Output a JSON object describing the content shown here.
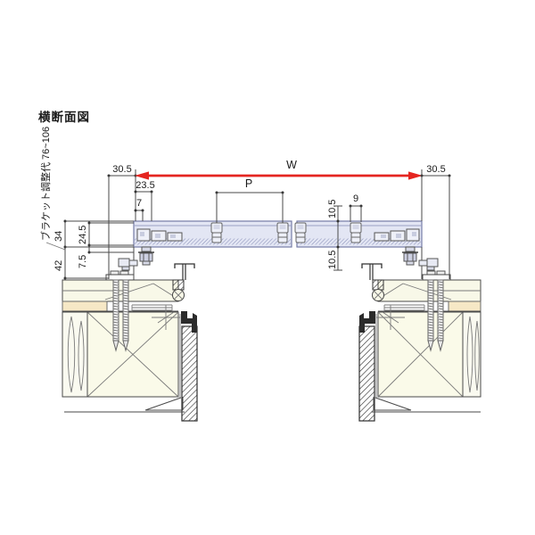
{
  "title": "横断面図",
  "side_label": "ブラケット調整代 76~106",
  "dimensions": {
    "left_offset": "30.5",
    "width": "W",
    "right_offset": "30.5",
    "bracket_inset": "23.5",
    "end_gap": "7",
    "pitch": "P",
    "clip_width": "9",
    "upper_clearance": "10.5",
    "lower_clearance": "10.5",
    "rail_height": "34",
    "body_height": "24.5",
    "flange_height": "7.5",
    "total_drop": "42"
  },
  "colors": {
    "dimension_arrow": "#e52520",
    "rail_fill": "#e3e6f4",
    "rail_clip_fill": "#eef0f8",
    "wall_fill": "#f8f8e8",
    "wall_body_fill": "#fafae9",
    "wood_strip": "#f6e8c6"
  }
}
